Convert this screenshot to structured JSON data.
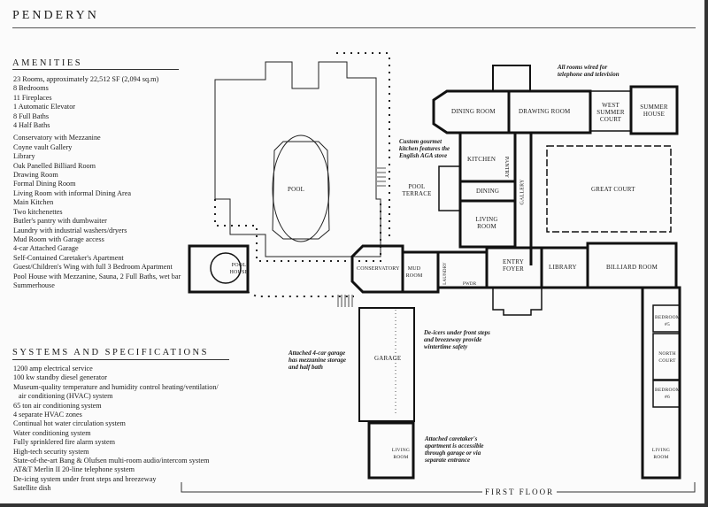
{
  "title": "PENDERYN",
  "amenities": {
    "heading": "AMENITIES",
    "summary": [
      "23 Rooms, approximately 22,512 SF (2,094 sq.m)",
      "8 Bedrooms",
      "11 Fireplaces",
      "1 Automatic Elevator",
      "8 Full Baths",
      "4 Half Baths"
    ],
    "features": [
      "Conservatory with Mezzanine",
      "Coyne vault Gallery",
      "Library",
      "Oak Panelled Billiard Room",
      "Drawing Room",
      "Formal Dining Room",
      "Living Room with informal Dining Area",
      "Main Kitchen",
      "Two kitchenettes",
      "Butler's pantry with dumbwaiter",
      "Laundry with industrial washers/dryers",
      "Mud Room with Garage access",
      "4-car Attached Garage",
      "Self-Contained Caretaker's Apartment",
      "Guest/Children's Wing with full 3 Bedroom Apartment",
      "Pool House with Mezzanine, Sauna, 2 Full Baths, wet bar",
      "Summerhouse"
    ]
  },
  "systems": {
    "heading": "SYSTEMS AND SPECIFICATIONS",
    "items": [
      "1200 amp electrical service",
      "100 kw standby diesel generator",
      "Museum-quality temperature and humidity control heating/ventilation/",
      "air conditioning (HVAC) system",
      "65 ton air conditioning system",
      "4 separate HVAC zones",
      "Continual hot water circulation system",
      "Water conditioning system",
      "Fully sprinklered fire alarm system",
      "High-tech security system",
      "State-of-the-art Bang & Olufsen multi-room audio/intercom system",
      "AT&T Merlin II 20-line telephone system",
      "De-icing system under front steps and breezeway",
      "Satellite dish"
    ]
  },
  "rooms": {
    "pool": "POOL",
    "pool_house": "POOL HOUSE",
    "pool_terrace": "POOL TERRACE",
    "dining_room": "DINING ROOM",
    "drawing_room": "DRAWING ROOM",
    "west_summer_court": "WEST SUMMER COURT",
    "summer_house": "SUMMER HOUSE",
    "kitchen": "KITCHEN",
    "pantry": "PANTRY",
    "gallery": "GALLERY",
    "dining": "DINING",
    "living_room": "LIVING ROOM",
    "great_court": "GREAT COURT",
    "conservatory": "CONSERVATORY",
    "mud_room": "MUD ROOM",
    "laundry": "LAUNDRY",
    "pwdr": "PWDR",
    "entry_foyer": "ENTRY FOYER",
    "library": "LIBRARY",
    "billiard_room": "BILLIARD ROOM",
    "bedroom5": "BEDROOM #5",
    "north_court": "NORTH COURT",
    "bedroom6": "BEDROOM #6",
    "east_living_room": "LIVING ROOM",
    "garage": "GARAGE",
    "caretaker_living_room": "LIVING ROOM"
  },
  "notes": {
    "wired": "All rooms wired for telephone and television",
    "kitchen": "Custom gourmet kitchen features the English AGA stove",
    "deicers": "De-icers under front steps and breezeway provide wintertime safety",
    "garage": "Attached 4-car garage has mezzanine storage and half bath",
    "caretaker": "Attached caretaker's apartment is accessible through garage or via separate entrance"
  },
  "floor_label": "FIRST FLOOR"
}
